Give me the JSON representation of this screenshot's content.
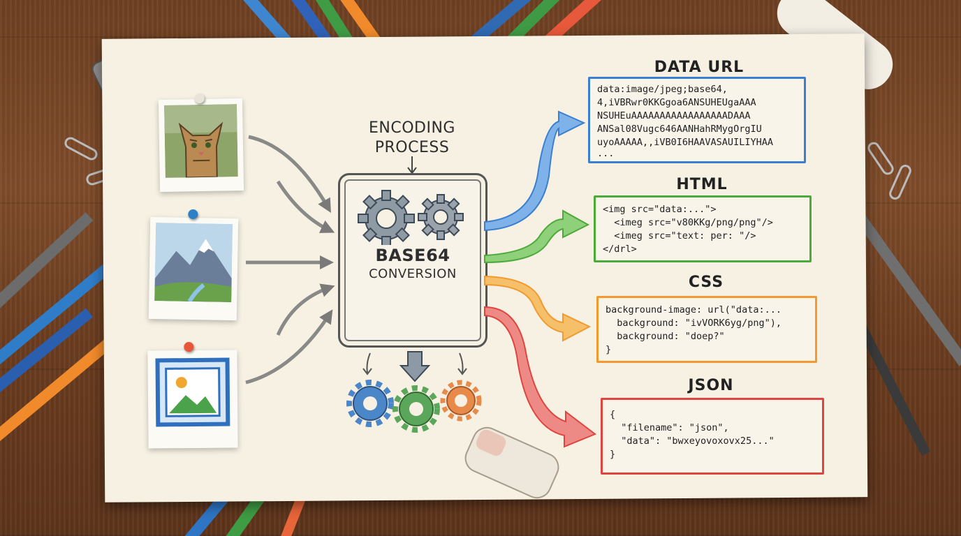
{
  "process": {
    "header_line1": "ENCODING",
    "header_line2": "PROCESS",
    "label_line1": "BASE64",
    "label_line2": "CONVERSION"
  },
  "outputs": [
    {
      "title": "DATA URL",
      "color": "#3a7fd0",
      "lines": [
        "data:image/jpeg;base64,",
        "4,iVBRwr0KKGgoa6ANSUHEUgaAAA",
        "NSUHEuAAAAAAAAAAAAAAAAADAAA",
        "ANSal08Vugc646AANHahRMygOrgIU",
        "uyoAAAAA,,iVB0I6HAAVASAUILIYHAA",
        "..."
      ]
    },
    {
      "title": "HTML",
      "color": "#4caa3a",
      "lines": [
        "<img src=\"data:...\">",
        "  <imeg src=\"v80KKg/png/png\"/>",
        "  <imeg src=\"text: per: \"/>",
        "</drl>"
      ]
    },
    {
      "title": "CSS",
      "color": "#f29a2e",
      "lines": [
        "background-image: url(\"data:...",
        "  background: \"ivVORK6yg/png\"),",
        "  background: \"doep?\"",
        "}"
      ]
    },
    {
      "title": "JSON",
      "color": "#e0443e",
      "lines": [
        "{",
        "  \"filename\": \"json\",",
        "  \"data\": \"bwxeyovoxovx25...\"",
        "}"
      ]
    }
  ],
  "colors": {
    "arrow_blue": "#4b8fd8",
    "arrow_green": "#5cb548",
    "arrow_orange": "#f4a233",
    "arrow_red": "#e4504a",
    "gear_blue": "#4a86c8",
    "gear_green": "#5aa65a",
    "gear_orange": "#e88a4a"
  },
  "icons": {
    "input_1": "cat-photo-icon",
    "input_2": "mountain-photo-icon",
    "input_3": "image-file-icon",
    "machine": "gears-icon"
  }
}
